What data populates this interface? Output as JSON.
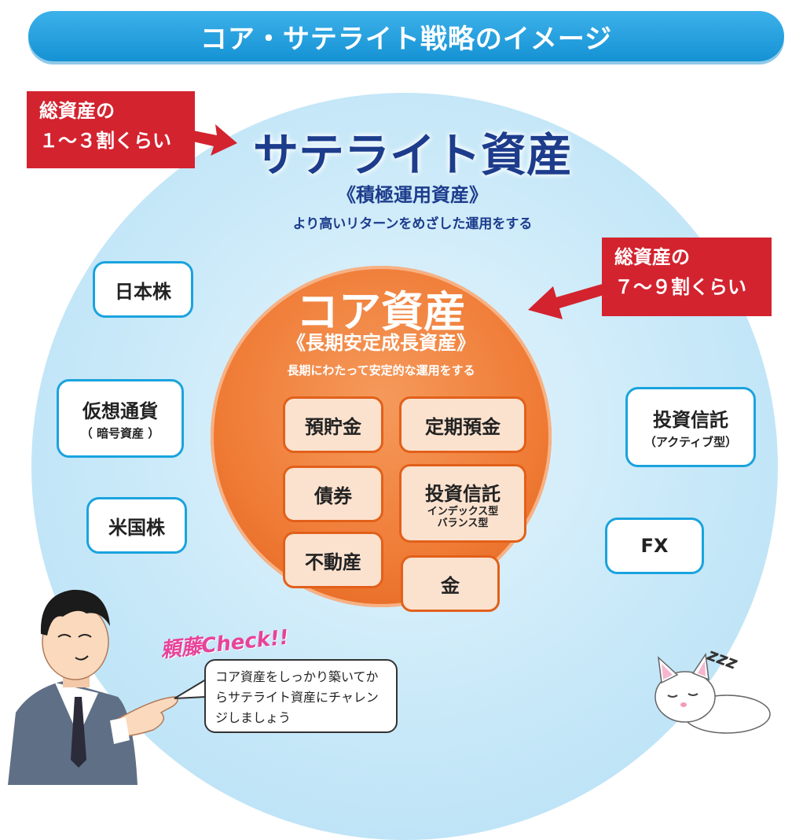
{
  "title": "コア・サテライト戦略のイメージ",
  "satellite": {
    "note_line1": "総資産の",
    "note_line2": "１～３割くらい",
    "title": "サテライト資産",
    "subtitle": "《積極運用資産》",
    "description": "より高いリターンをめざした運用をする",
    "items": [
      {
        "label": "日本株"
      },
      {
        "label": "仮想通貨",
        "sub": "（ 暗号資産 ）"
      },
      {
        "label": "米国株"
      },
      {
        "label": "投資信託",
        "sub": "（アクティブ型）"
      },
      {
        "label": "FX"
      }
    ]
  },
  "core": {
    "note_line1": "総資産の",
    "note_line2": "７～９割くらい",
    "title": "コア資産",
    "subtitle": "《長期安定成長資産》",
    "description": "長期にわたって安定的な運用をする",
    "items": [
      {
        "label": "預貯金"
      },
      {
        "label": "定期預金"
      },
      {
        "label": "債券"
      },
      {
        "label": "投資信託",
        "sub1": "インデックス型",
        "sub2": "バランス型"
      },
      {
        "label": "不動産"
      },
      {
        "label": "金"
      }
    ]
  },
  "speech": {
    "check": "頼藤Check!!",
    "text": "コア資産をしっかり築いてからサテライト資産にチャレンジしましょう"
  },
  "sleep_text": "zzz",
  "colors": {
    "title_bar": "#1a9ad8",
    "note_red": "#d3232f",
    "satellite_text": "#1d3c8c",
    "core_orange": "#ef7b35",
    "sat_box_border": "#1aa3de"
  }
}
